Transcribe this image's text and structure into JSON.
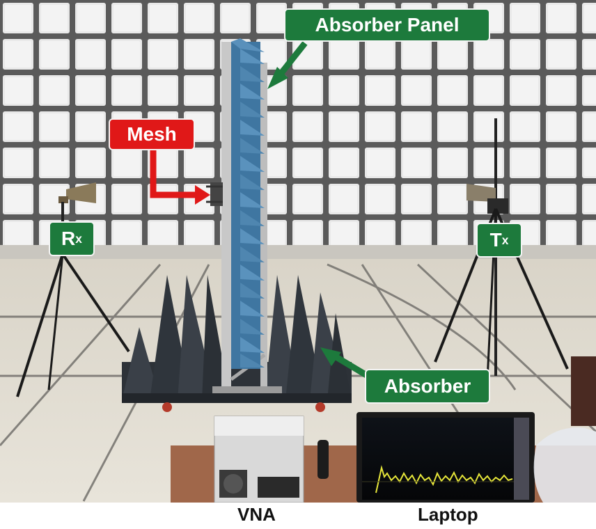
{
  "labels": {
    "absorber_panel": "Absorber Panel",
    "mesh": "Mesh",
    "rx_main": "R",
    "rx_sub": "x",
    "tx_main": "T",
    "tx_sub": "x",
    "absorber": "Absorber"
  },
  "captions": {
    "vna": "VNA",
    "laptop": "Laptop"
  },
  "colors": {
    "label_green": "#1d7a3c",
    "label_red": "#e01818",
    "absorber_blue": "#4f86b0",
    "absorber_dark": "#2d3238"
  }
}
